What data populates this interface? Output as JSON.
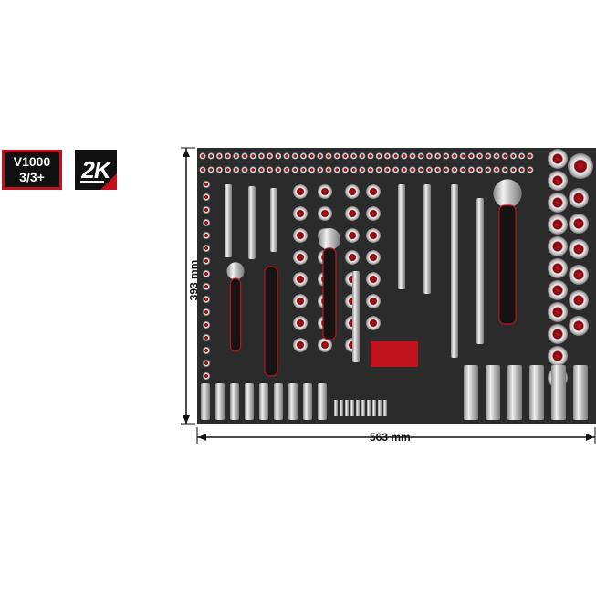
{
  "badges": {
    "model_line1": "V1000",
    "model_line2": "3/3+",
    "grip": "2K"
  },
  "dimensions": {
    "width": "563 mm",
    "height": "393 mm"
  },
  "colors": {
    "tray": "#2b2b2b",
    "accent_red": "#c0121c",
    "chrome": "#d8d8d8"
  }
}
